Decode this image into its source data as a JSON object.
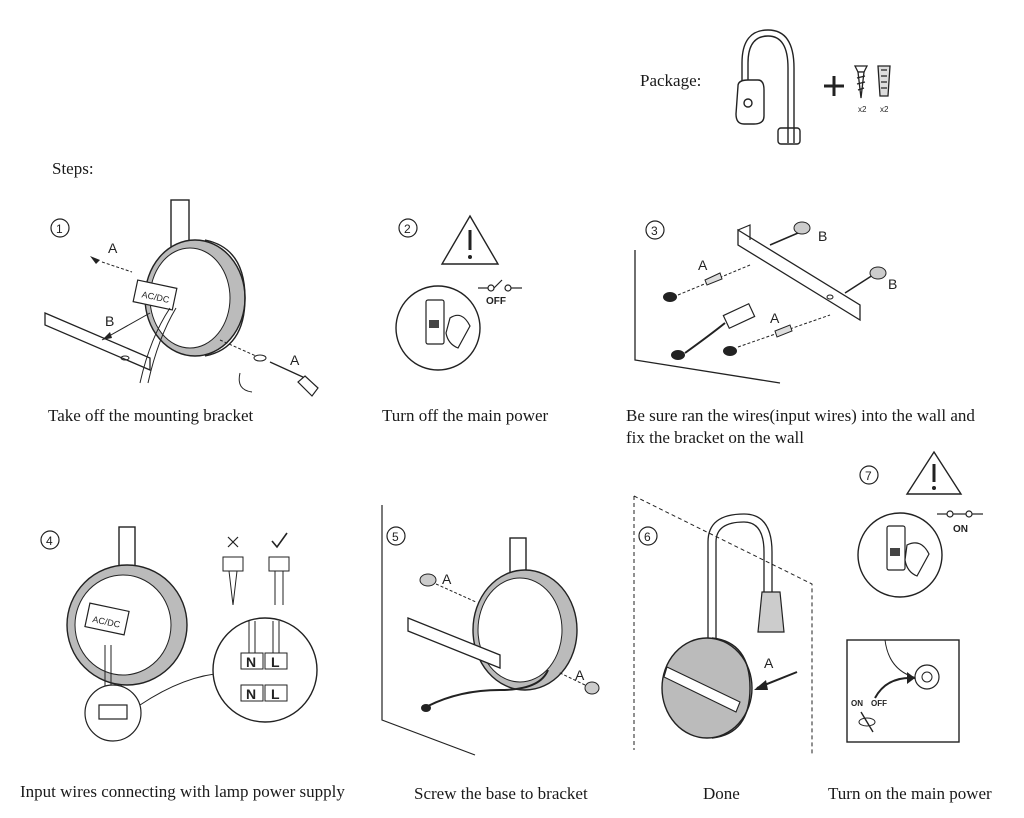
{
  "package": {
    "label": "Package:",
    "qty_screw": "x2",
    "qty_anchor": "x2"
  },
  "steps_label": "Steps:",
  "steps": [
    {
      "num": "1",
      "caption": "Take off the mounting bracket",
      "callouts": {
        "a1": "A",
        "b": "B",
        "a2": "A",
        "module": "AC/DC"
      }
    },
    {
      "num": "2",
      "caption": "Turn off the main power",
      "switch_state": "OFF"
    },
    {
      "num": "3",
      "caption_line1": "Be sure ran the wires(input wires) into the wall and",
      "caption_line2": "fix the bracket on the wall",
      "callouts": {
        "b1": "B",
        "b2": "B",
        "a1": "A",
        "a2": "A"
      }
    },
    {
      "num": "4",
      "caption": "Input wires connecting with lamp power supply",
      "callouts": {
        "module": "AC/DC",
        "n1": "N",
        "l1": "L",
        "n2": "N",
        "l2": "L"
      }
    },
    {
      "num": "5",
      "caption": "Screw the base to bracket",
      "callouts": {
        "a1": "A",
        "a2": "A"
      }
    },
    {
      "num": "6",
      "caption": "Done",
      "callouts": {
        "a": "A"
      }
    },
    {
      "num": "7",
      "caption": "Turn on the main power",
      "switch_state": "ON",
      "breaker_on": "ON",
      "breaker_off": "OFF"
    }
  ]
}
